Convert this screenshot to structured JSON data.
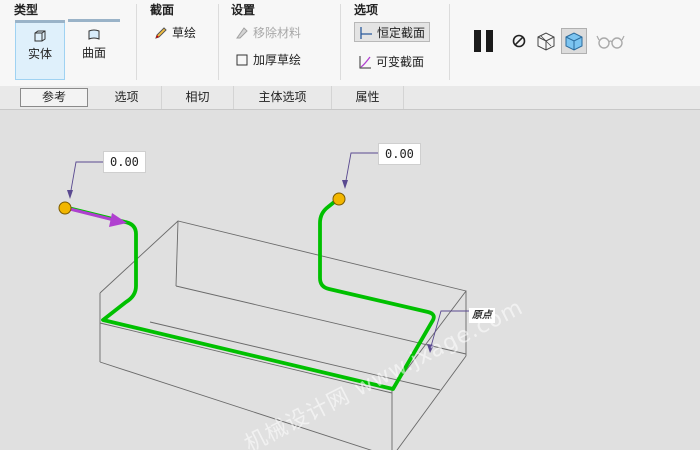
{
  "ribbon": {
    "groups": {
      "type": "类型",
      "section": "截面",
      "settings": "设置",
      "options": "选项"
    },
    "type_solid": "实体",
    "type_surface": "曲面",
    "sketch": "草绘",
    "remove_material": "移除材料",
    "thicken_sketch": "加厚草绘",
    "constant_section": "恒定截面",
    "variable_section": "可变截面"
  },
  "tabs": [
    {
      "label": "参考",
      "active": true
    },
    {
      "label": "选项",
      "active": false
    },
    {
      "label": "相切",
      "active": false
    },
    {
      "label": "主体选项",
      "active": false
    },
    {
      "label": "属性",
      "active": false
    }
  ],
  "viewport": {
    "dim_left": "0.00",
    "dim_right": "0.00",
    "origin_label": "原点",
    "watermark": "机械设计网 www.jxage.com"
  },
  "colors": {
    "trajectory": "#00c000",
    "start_arrow": "#b040d0",
    "endpoint": "#f2b600",
    "viewport_bg": "#e0e0e0"
  }
}
